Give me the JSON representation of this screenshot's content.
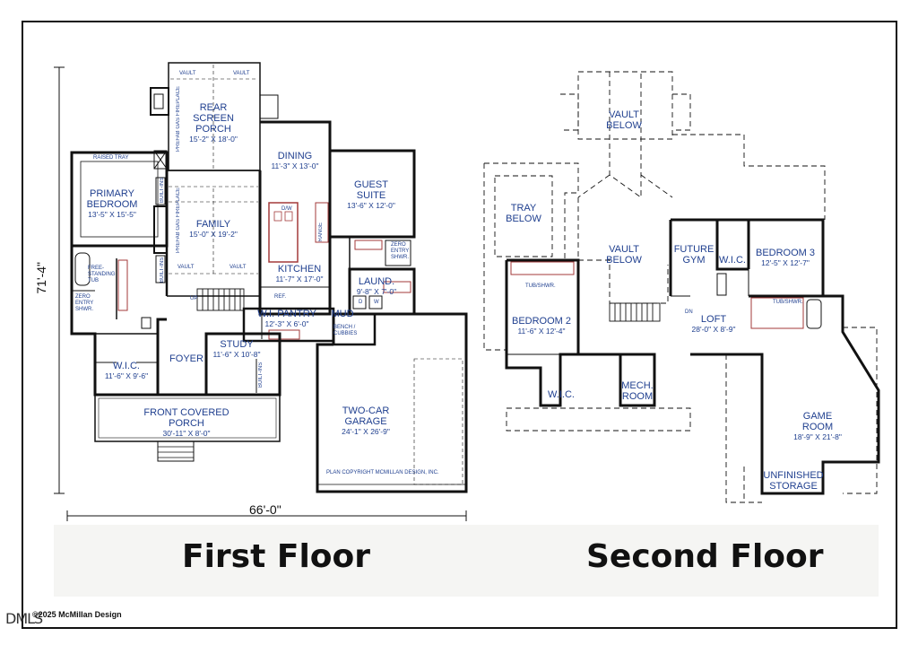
{
  "first_floor": {
    "title": "First Floor",
    "width_label": "66'-0\"",
    "depth_label": "71'-4\"",
    "rooms": {
      "rear_porch": {
        "name": "REAR SCREEN PORCH",
        "line1": "REAR",
        "line2": "SCREEN",
        "line3": "PORCH",
        "dim": "15'-2\" X 18'-0\""
      },
      "primary_bedroom": {
        "line1": "PRIMARY",
        "line2": "BEDROOM",
        "dim": "13'-5\" X 15'-5\""
      },
      "family": {
        "name": "FAMILY",
        "dim": "15'-0\" X 19'-2\""
      },
      "dining": {
        "name": "DINING",
        "dim": "11'-3\" X 13'-0\""
      },
      "guest_suite": {
        "line1": "GUEST",
        "line2": "SUITE",
        "dim": "13'-6\" X 12'-0\""
      },
      "kitchen": {
        "name": "KITCHEN",
        "dim": "11'-7\" X 17'-0\""
      },
      "laundry": {
        "name": "LAUND.",
        "dim": "9'-8\" X 7'-0\""
      },
      "pantry": {
        "name": "W.I. PANTRY",
        "dim": "12'-3\" X 6'-0\""
      },
      "mud": {
        "name": "MUD"
      },
      "wic": {
        "name": "W.I.C.",
        "dim": "11'-6\" X 9'-6\""
      },
      "foyer": {
        "name": "FOYER"
      },
      "study": {
        "name": "STUDY",
        "dim": "11'-6\" X 10'-8\""
      },
      "porch": {
        "line1": "FRONT COVERED",
        "line2": "PORCH",
        "dim": "30'-11\" X 8'-0\""
      },
      "garage": {
        "line1": "TWO-CAR",
        "line2": "GARAGE",
        "dim": "24'-1\" X 26'-9\""
      }
    },
    "notes": {
      "vault": "VAULT",
      "raised_tray": "RAISED TRAY",
      "fireplace": "PREFAB GAS FIREPLACE",
      "built_ins": "BUILT-INS",
      "free_tub": "FREE-STANDING TUB",
      "zero_entry": "ZERO ENTRY SHWR.",
      "zero_entry_guest": "ZERO ENTRY SHWR.",
      "up": "UP",
      "ref": "REF.",
      "dw": "D/W",
      "range": "RANGE",
      "bench": "BENCH / CUBBIES",
      "d": "D",
      "w": "W",
      "copyright": "PLAN COPYRIGHT MCMILLAN DESIGN, INC."
    }
  },
  "second_floor": {
    "title": "Second Floor",
    "rooms": {
      "vault_below_top": {
        "line1": "VAULT",
        "line2": "BELOW"
      },
      "vault_below_mid": {
        "line1": "VAULT",
        "line2": "BELOW"
      },
      "tray_below": {
        "line1": "TRAY",
        "line2": "BELOW"
      },
      "future_gym": {
        "line1": "FUTURE",
        "line2": "GYM"
      },
      "wic3": {
        "name": "W.I.C."
      },
      "bedroom3": {
        "name": "BEDROOM 3",
        "dim": "12'-5\" X 12'-7\""
      },
      "bedroom2": {
        "name": "BEDROOM 2",
        "dim": "11'-6\" X 12'-4\""
      },
      "loft": {
        "name": "LOFT",
        "dim": "28'-0\" X 8'-9\""
      },
      "wic2": {
        "name": "W.I.C."
      },
      "mech": {
        "line1": "MECH.",
        "line2": "ROOM"
      },
      "game_room": {
        "line1": "GAME",
        "line2": "ROOM",
        "dim": "18'-9\" X 21'-8\""
      },
      "storage": {
        "line1": "UNFINISHED",
        "line2": "STORAGE"
      }
    },
    "notes": {
      "tub_shwr_2": "TUB/SHWR.",
      "tub_shwr_3": "TUB/SHWR.",
      "dn": "DN"
    }
  },
  "footer": {
    "copyright": "©2025 McMillan Design",
    "watermark": "DMLS"
  },
  "colors": {
    "wall": "#111111",
    "label": "#1f3f8f",
    "fixture": "#a33a3a"
  }
}
